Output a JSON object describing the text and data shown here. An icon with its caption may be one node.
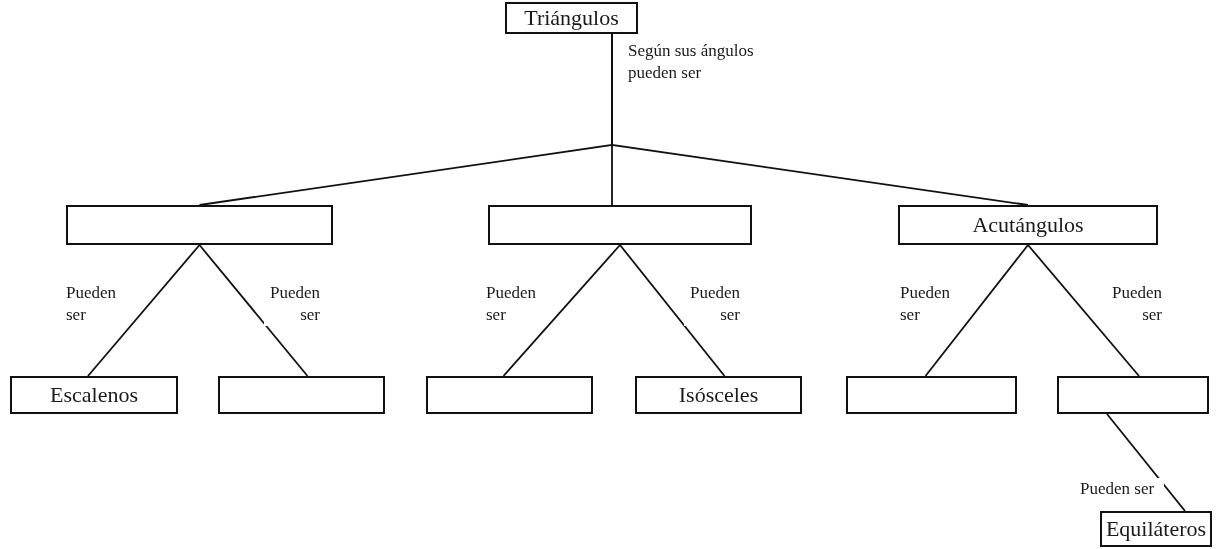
{
  "diagram": {
    "nodes": [
      {
        "text": [
          "Triángulos"
        ]
      },
      {
        "text": [],
        "shape": "box"
      },
      {
        "text": [],
        "shape": "box"
      },
      {
        "text": [
          "Acutángulos"
        ]
      },
      {
        "text": [
          "Escalenos"
        ]
      },
      {
        "text": [],
        "shape": "box"
      },
      {
        "text": [],
        "shape": "box"
      },
      {
        "text": [
          "Isósceles"
        ]
      },
      {
        "text": [],
        "shape": "box"
      },
      {
        "text": [],
        "shape": "box"
      },
      {
        "text": [
          "Equiláteros"
        ]
      }
    ],
    "edges": [
      {
        "from": 0,
        "to": 1,
        "arrow": "none"
      },
      {
        "from": 0,
        "to": 2,
        "arrow": "none",
        "label": "Según sus ángulos pueden ser"
      },
      {
        "from": 0,
        "to": 3,
        "arrow": "none"
      },
      {
        "from": 1,
        "to": 4,
        "arrow": "none",
        "label": "Pueden ser"
      },
      {
        "from": 1,
        "to": 5,
        "arrow": "none",
        "label": "Pueden ser"
      },
      {
        "from": 2,
        "to": 6,
        "arrow": "none",
        "label": "Pueden ser"
      },
      {
        "from": 2,
        "to": 7,
        "arrow": "none",
        "label": "Pueden ser"
      },
      {
        "from": 3,
        "to": 8,
        "arrow": "none",
        "label": "Pueden ser"
      },
      {
        "from": 3,
        "to": 9,
        "arrow": "none",
        "label": "Pueden ser"
      },
      {
        "from": 9,
        "to": 10,
        "arrow": "none",
        "label": "Pueden ser"
      }
    ]
  }
}
